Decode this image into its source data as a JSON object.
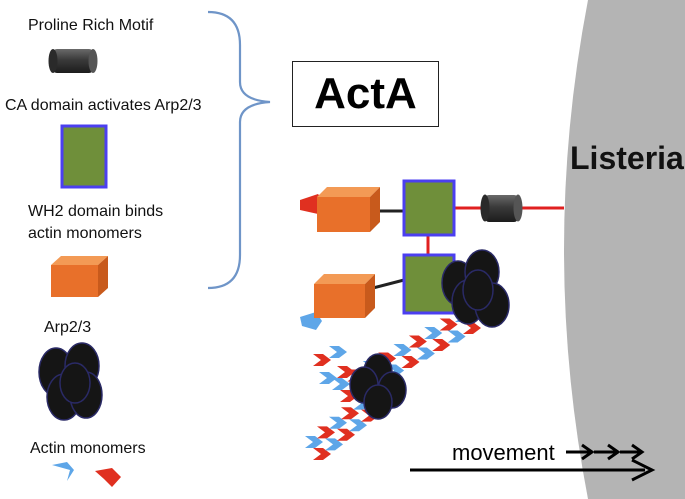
{
  "legend": {
    "proline_label": "Proline Rich Motif",
    "ca_label": "CA domain activates Arp2/3",
    "wh2_label_line1": "WH2 domain binds",
    "wh2_label_line2": "actin monomers",
    "arp_label": "Arp2/3",
    "actin_label": "Actin monomers"
  },
  "title": "ActA",
  "bacterium_label": "Listeria",
  "movement_label": "movement",
  "colors": {
    "wh2_orange": "#e8702a",
    "ca_green": "#6f8f3a",
    "ca_border": "#4b3ff0",
    "motif_dark": "#3b3b3b",
    "listeria_gray": "#b4b4b4",
    "actin_blue": "#5ea6e8",
    "actin_red": "#e03020",
    "arp_black": "#151515",
    "linker_red": "#e02020",
    "brace_blue": "#6f95c8"
  }
}
